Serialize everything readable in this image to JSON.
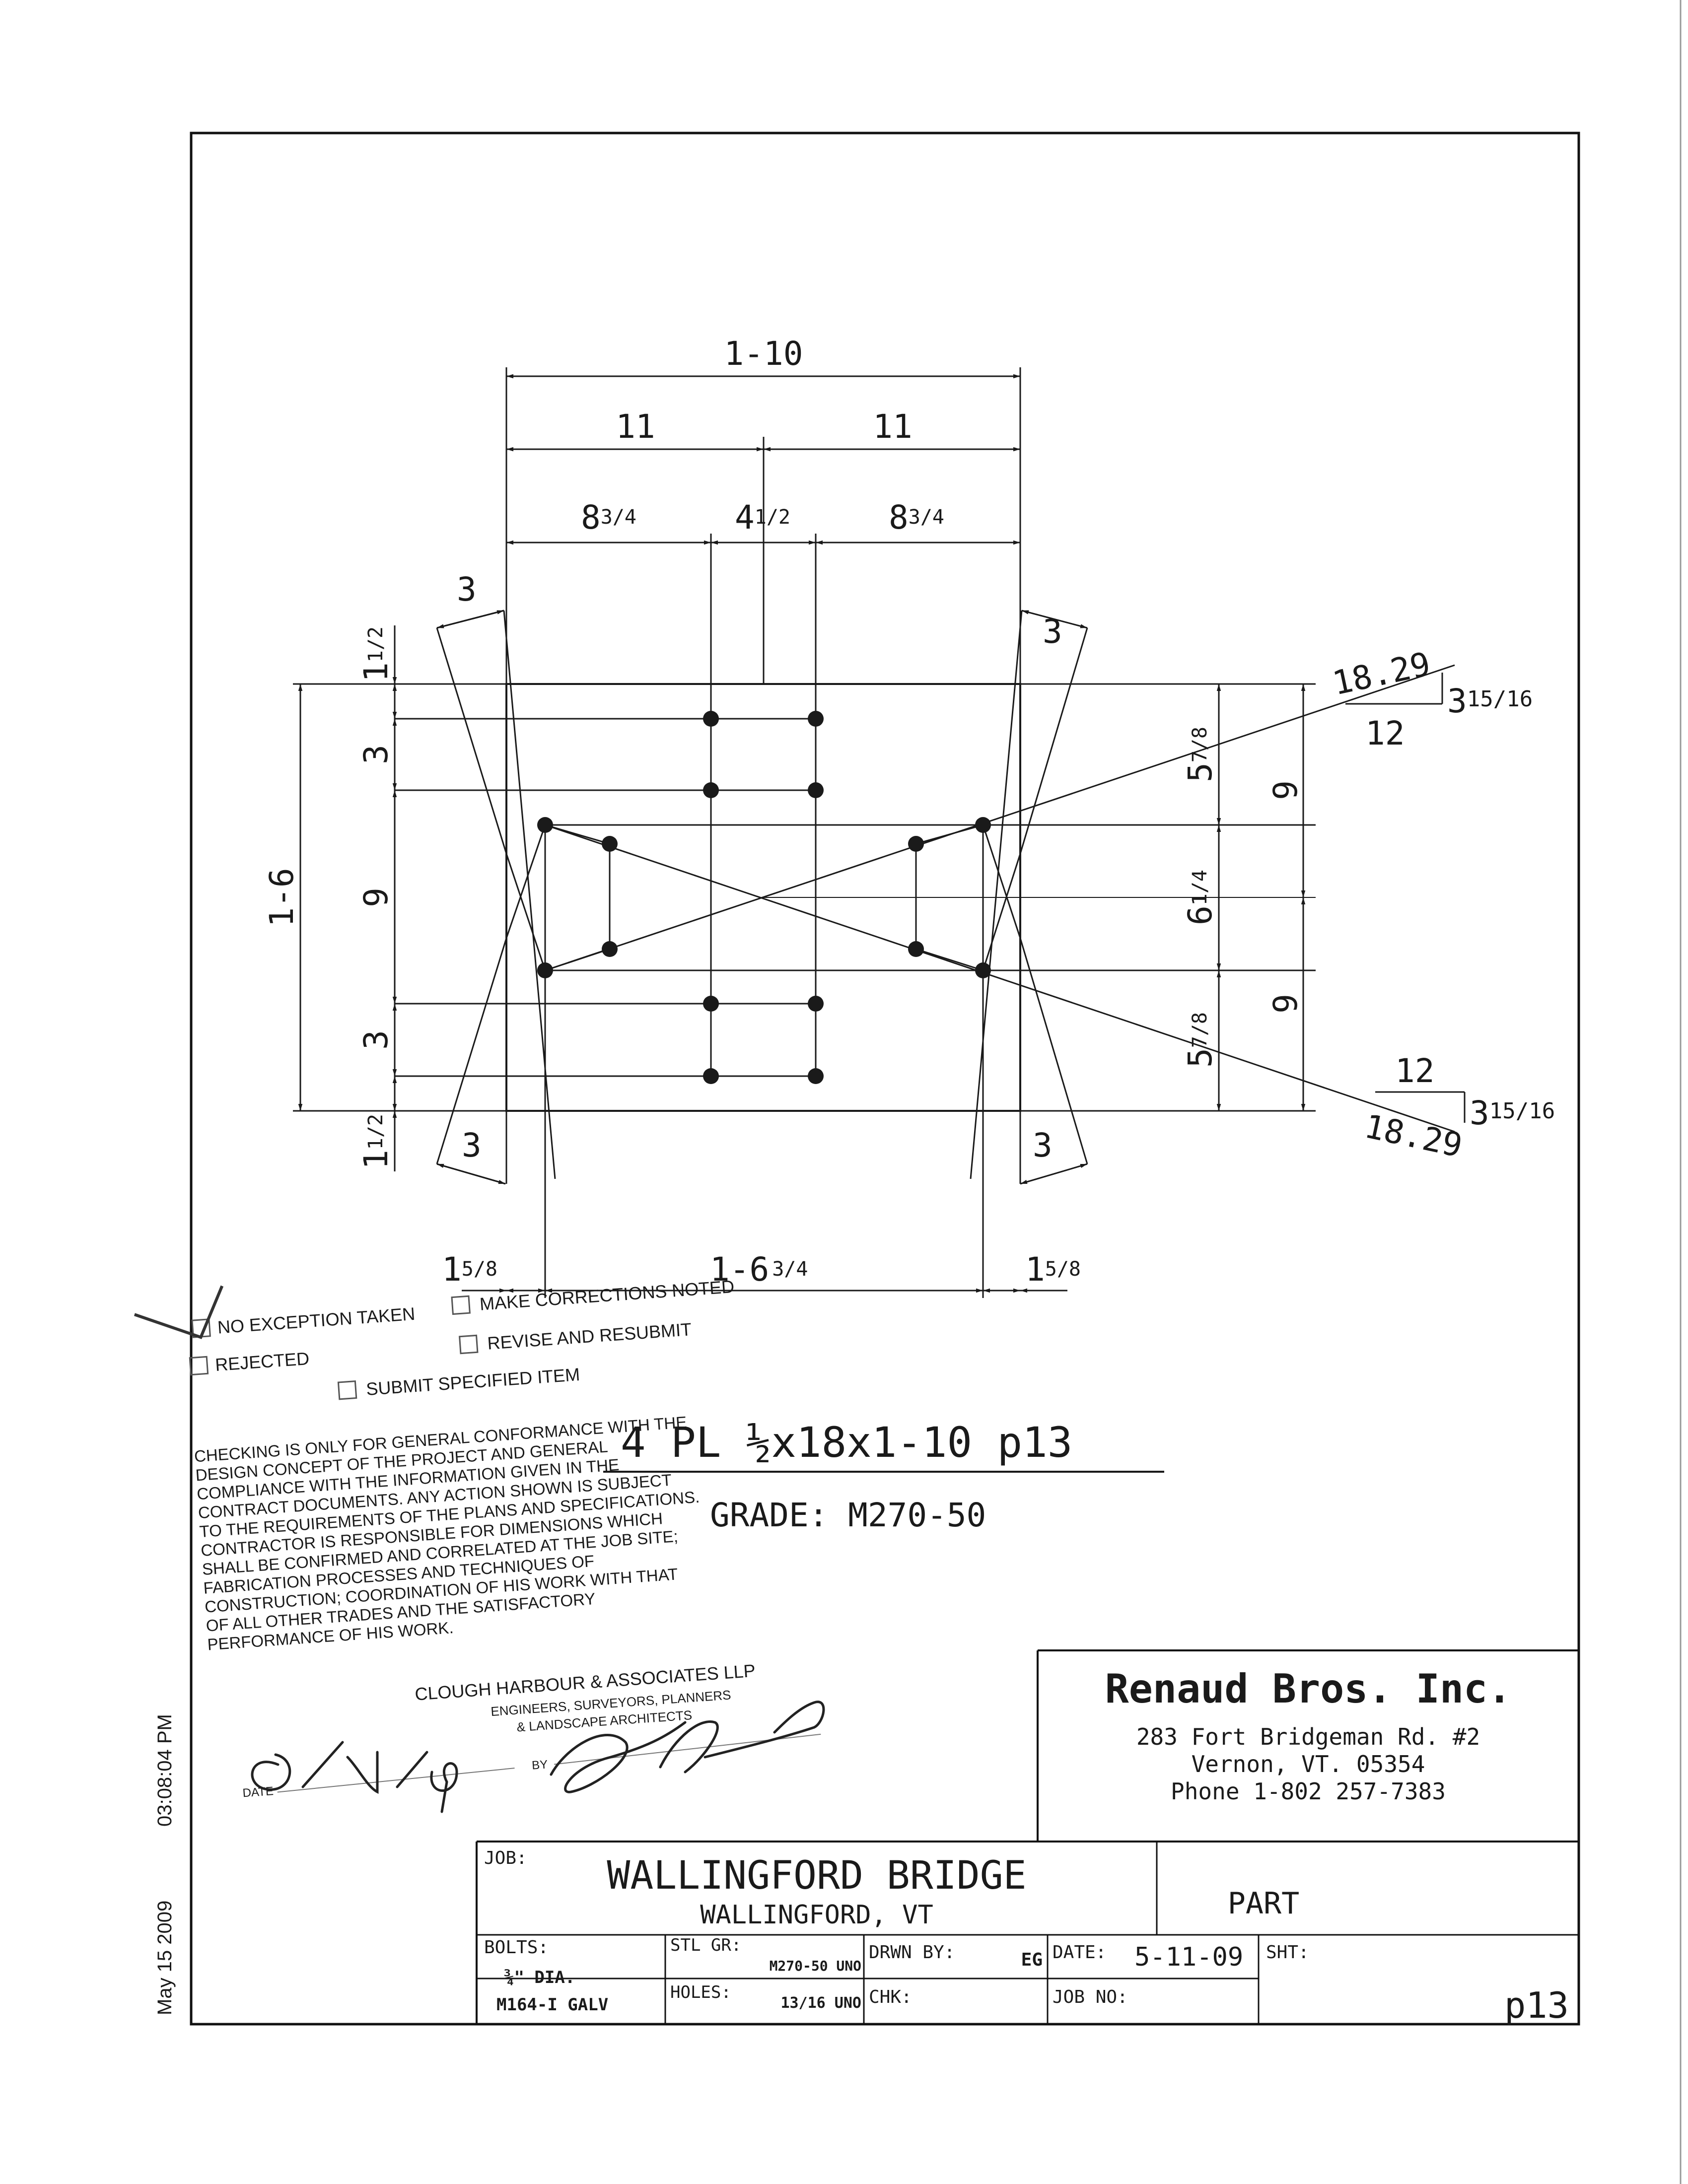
{
  "drawing": {
    "dims": {
      "overall_width": "1-10",
      "half_left": "11",
      "half_right": "11",
      "left_inner": "8",
      "left_inner_frac": "3/4",
      "center": "4",
      "center_frac": "1/2",
      "right_inner": "8",
      "right_inner_frac": "3/4",
      "overall_height": "1-6",
      "edge_top": "1",
      "edge_top_frac": "1/2",
      "edge_bottom": "1",
      "edge_bottom_frac": "1/2",
      "left_3_top": "3",
      "left_9": "9",
      "left_3_bottom": "3",
      "right_57_top": "5",
      "right_57_top_frac": "7/8",
      "right_64": "6",
      "right_64_frac": "1/4",
      "right_57_bottom": "5",
      "right_57_bottom_frac": "7/8",
      "right_9_top": "9",
      "right_9_bottom": "9",
      "skew_tl": "3",
      "skew_tr": "3",
      "skew_bl": "3",
      "skew_br": "3",
      "slope_top_hyp": "18.29",
      "slope_top_run": "12",
      "slope_top_rise": "3",
      "slope_top_rise_frac": "15/16",
      "slope_bot_hyp": "18.29",
      "slope_bot_run": "12",
      "slope_bot_rise": "3",
      "slope_bot_rise_frac": "15/16",
      "bottom_left": "1",
      "bottom_left_frac": "5/8",
      "bottom_center": "1-6",
      "bottom_center_frac": "3/4",
      "bottom_right": "1",
      "bottom_right_frac": "5/8"
    },
    "part_label": "4 PL ½x18x1-10 p13",
    "grade_label": "GRADE: M270-50"
  },
  "review_stamp": {
    "opt_no_exception": "NO EXCEPTION TAKEN",
    "opt_make_corrections": "MAKE CORRECTIONS NOTED",
    "opt_rejected": "REJECTED",
    "opt_revise": "REVISE AND RESUBMIT",
    "opt_submit": "SUBMIT SPECIFIED ITEM",
    "text_lines": [
      "CHECKING IS ONLY FOR GENERAL CONFORMANCE WITH THE",
      "DESIGN CONCEPT OF THE PROJECT AND GENERAL",
      "COMPLIANCE WITH THE INFORMATION GIVEN IN THE",
      "CONTRACT DOCUMENTS. ANY ACTION SHOWN IS SUBJECT",
      "TO THE REQUIREMENTS OF THE PLANS AND SPECIFICATIONS.",
      "CONTRACTOR IS RESPONSIBLE FOR DIMENSIONS WHICH",
      "SHALL BE CONFIRMED AND CORRELATED AT THE JOB SITE;",
      "FABRICATION PROCESSES AND TECHNIQUES OF",
      "CONSTRUCTION; COORDINATION OF HIS WORK WITH THAT",
      "OF ALL OTHER TRADES AND THE SATISFACTORY",
      "PERFORMANCE OF HIS WORK."
    ],
    "firm": "CLOUGH HARBOUR & ASSOCIATES LLP",
    "firm_sub1": "ENGINEERS, SURVEYORS, PLANNERS",
    "firm_sub2": "& LANDSCAPE ARCHITECTS",
    "date_label": "DATE",
    "by_label": "BY"
  },
  "company": {
    "name": "Renaud Bros. Inc.",
    "address": "283 Fort Bridgeman Rd. #2",
    "city": "Vernon, VT. 05354",
    "phone": "Phone 1-802 257-7383"
  },
  "title_block": {
    "job_label": "JOB:",
    "job_name": "WALLINGFORD BRIDGE",
    "job_location": "WALLINGFORD, VT",
    "part_label": "PART",
    "bolts_label": "BOLTS:",
    "bolts_value1": "¾\" DIA.",
    "bolts_value2": "M164-I GALV",
    "stl_gr_label": "STL GR:",
    "stl_gr_value": "M270-50 UNO",
    "holes_label": "HOLES:",
    "holes_value": "13/16 UNO",
    "drwn_by_label": "DRWN BY:",
    "drwn_by_value": "EG",
    "chk_label": "CHK:",
    "date_label": "DATE:",
    "date_value": "5-11-09",
    "job_no_label": "JOB NO:",
    "sht_label": "SHT:",
    "sht_value": "p13"
  },
  "fax_header": {
    "date": "May 15 2009",
    "time": "03:08:04 PM"
  }
}
